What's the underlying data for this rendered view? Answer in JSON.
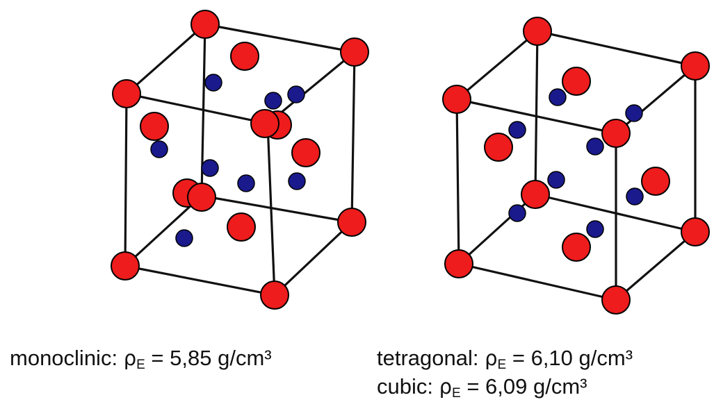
{
  "colors": {
    "metal_atom": "#ee1c1c",
    "oxygen_atom": "#1a1a8c",
    "edge": "#111111"
  },
  "structures": [
    {
      "id": "monoclinic",
      "caption": {
        "name": "monoclinic:",
        "symbol": "ρ",
        "subscript": "E",
        "value": "= 5,85 g/cm³"
      }
    },
    {
      "id": "tetragonal",
      "caption": {
        "name": "tetragonal:",
        "symbol": "ρ",
        "subscript": "E",
        "value": "= 6,10 g/cm³"
      }
    },
    {
      "id": "cubic",
      "caption": {
        "name": "cubic:",
        "symbol": "ρ",
        "subscript": "E",
        "value": "= 6,09 g/cm³"
      }
    }
  ]
}
